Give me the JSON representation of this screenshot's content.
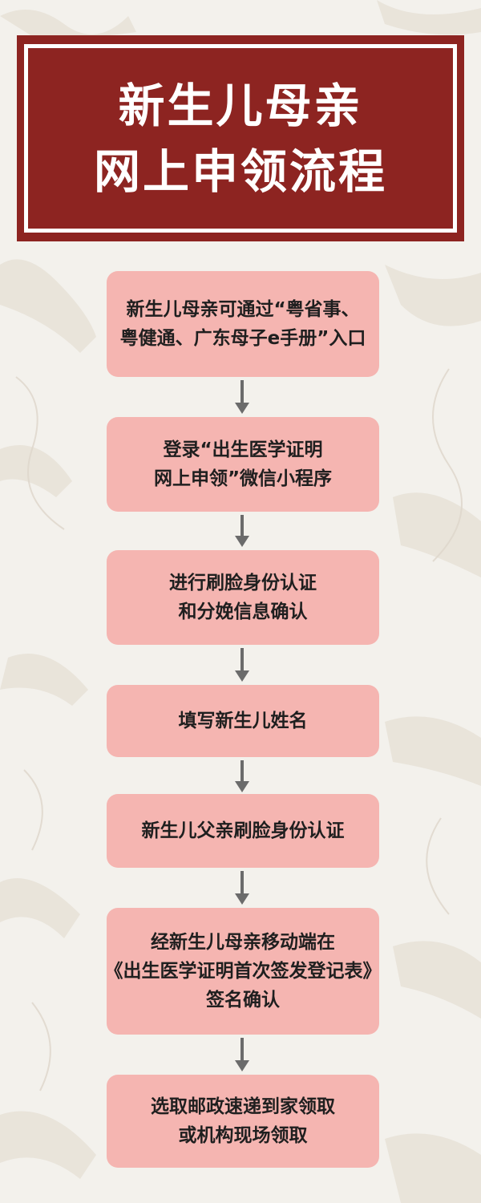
{
  "title": {
    "line1": "新生儿母亲",
    "line2": "网上申领流程"
  },
  "steps": [
    {
      "lines": [
        "新生儿母亲可通过“粤省事、",
        "粤健通、广东母子e手册”入口"
      ]
    },
    {
      "lines": [
        "登录“出生医学证明",
        "网上申领”微信小程序"
      ]
    },
    {
      "lines": [
        "进行刷脸身份认证",
        "和分娩信息确认"
      ]
    },
    {
      "lines": [
        "填写新生儿姓名"
      ]
    },
    {
      "lines": [
        "新生儿父亲刷脸身份认证"
      ]
    },
    {
      "lines": [
        "经新生儿母亲移动端在",
        "《出生医学证明首次签发登记表》",
        "签名确认"
      ]
    },
    {
      "lines": [
        "选取邮政速递到家领取",
        "或机构现场领取"
      ]
    }
  ],
  "colors": {
    "banner": "#8d2421",
    "step_fill": "#f5b5b1",
    "arrow": "#6b6b6b",
    "background": "#f3f1ec"
  }
}
